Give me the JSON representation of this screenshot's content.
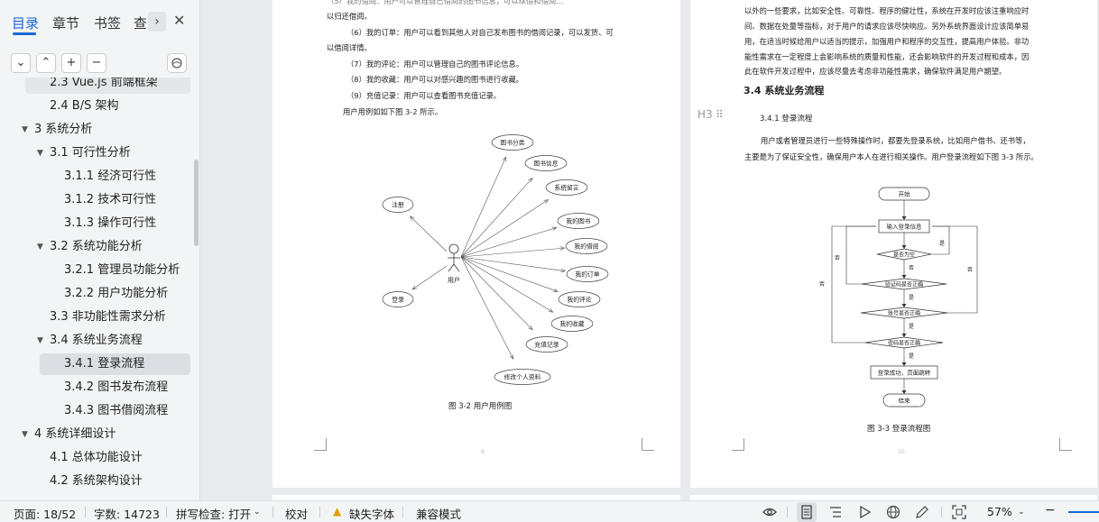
{
  "sidebar": {
    "tabs": [
      "目录",
      "章节",
      "书签",
      "查"
    ],
    "tab_more": "›",
    "close": "✕",
    "tools": {
      "collapse": "⌄",
      "expand": "⌃",
      "add": "+",
      "remove": "−"
    },
    "toc": [
      {
        "label": "2.3 Vue.js 前端框架",
        "level": 2,
        "arrow": ""
      },
      {
        "label": "2.4 B/S 架构",
        "level": 2,
        "arrow": ""
      },
      {
        "label": "3   系统分析",
        "level": 1,
        "arrow": "▼"
      },
      {
        "label": "3.1  可行性分析",
        "level": 2,
        "arrow": "▼"
      },
      {
        "label": "3.1.1 经济可行性",
        "level": 3,
        "arrow": ""
      },
      {
        "label": "3.1.2 技术可行性",
        "level": 3,
        "arrow": ""
      },
      {
        "label": "3.1.3 操作可行性",
        "level": 3,
        "arrow": ""
      },
      {
        "label": "3.2  系统功能分析",
        "level": 2,
        "arrow": "▼"
      },
      {
        "label": "3.2.1  管理员功能分析",
        "level": 3,
        "arrow": ""
      },
      {
        "label": "3.2.2  用户功能分析",
        "level": 3,
        "arrow": ""
      },
      {
        "label": "3.3  非功能性需求分析",
        "level": 2,
        "arrow": ""
      },
      {
        "label": "3.4  系统业务流程",
        "level": 2,
        "arrow": "▼"
      },
      {
        "label": "3.4.1  登录流程",
        "level": 3,
        "arrow": "",
        "selected": true
      },
      {
        "label": "3.4.2  图书发布流程",
        "level": 3,
        "arrow": ""
      },
      {
        "label": "3.4.3  图书借阅流程",
        "level": 3,
        "arrow": ""
      },
      {
        "label": "4   系统详细设计",
        "level": 1,
        "arrow": "▼"
      },
      {
        "label": "4.1  总体功能设计",
        "level": 2,
        "arrow": ""
      },
      {
        "label": "4.2  系统架构设计",
        "level": 2,
        "arrow": ""
      }
    ]
  },
  "page_left": {
    "lines": [
      "以归还借阅。",
      "（6）我的订单：用户可以看到其他人对自己发布图书的借阅记录，可以发货、可",
      "以借阅详情。",
      "（7）我的评论：用户可以管理自己的图书评论信息。",
      "（8）我的收藏：用户可以对感兴趣的图书进行收藏。",
      "（9）充值记录：用户可以查看图书充值记录。",
      "用户用例如如下图 3-2 所示。"
    ],
    "usecase": {
      "actor": "用户",
      "left": [
        "注册",
        "登录"
      ],
      "right": [
        "图书分类",
        "图书信息",
        "系统留言",
        "我的图书",
        "我的借阅",
        "我的订单",
        "我的评论",
        "我的收藏",
        "充值记录",
        "修改个人资料"
      ]
    },
    "caption": "图 3-2  用户用例图",
    "page_number": "9"
  },
  "page_right": {
    "lines": [
      "以外的一些要求，比如安全性、可靠性、程序的健壮性，系统在开发时应该注重响应时",
      "间、数据在处量等指标，对于用户的请求应该尽快响应。另外系统界面设计应该简单易",
      "用，在适当时候给用户以适当的提示，加强用户和程序的交互性，提高用户体验。非功",
      "能性需求在一定程度上会影响系统的质量和性能，还会影响软件的开发过程和成本，因",
      "此在软件开发过程中，应该尽量去考虑非功能性需求，确保软件满足用户期望。"
    ],
    "section_title": "3.4  系统业务流程",
    "heading_marker": "H3",
    "subsection_title": "3.4.1  登录流程",
    "para": [
      "用户或者管理员进行一些特殊操作时，都要先登录系统，比如用户借书、还书等，",
      "主要是为了保证安全性，确保用户本人在进行相关操作。用户登录流程如下图 3-3 所示。"
    ],
    "flow": {
      "start": "开始",
      "input": "输入登录信息",
      "d1": "是否为空",
      "d2": "验证码是否正确",
      "d3": "账号是否正确",
      "d4": "密码是否正确",
      "success": "登录成功，页面跳转",
      "end": "结束",
      "yes": "是",
      "no": "否"
    },
    "caption": "图 3-3 登录流程图",
    "page_number": "10"
  },
  "statusbar": {
    "page": "页面: 18/52",
    "words": "字数: 14723",
    "spell": "拼写检查: 打开",
    "proof": "校对",
    "missing_font": "缺失字体",
    "compat": "兼容模式",
    "zoom": "57%"
  }
}
